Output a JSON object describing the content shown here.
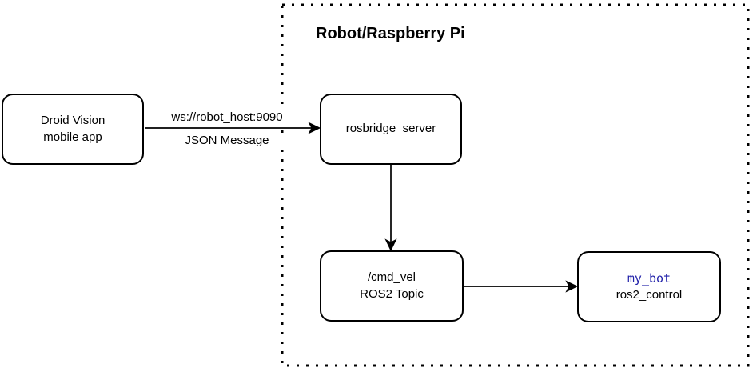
{
  "group": {
    "title": "Robot/Raspberry Pi"
  },
  "nodes": {
    "droid_vision": {
      "line1": "Droid Vision",
      "line2": "mobile app"
    },
    "rosbridge": {
      "label": "rosbridge_server"
    },
    "cmd_vel": {
      "line1": "/cmd_vel",
      "line2": "ROS2 Topic"
    },
    "my_bot": {
      "name": "my_bot",
      "sub": "ros2_control"
    }
  },
  "edges": {
    "app_to_rosbridge": {
      "label_top": "ws://robot_host:9090",
      "label_bottom": "JSON Message"
    }
  },
  "colors": {
    "stroke": "#000000",
    "node_border": "#000000",
    "node_name_highlight": "#2222aa",
    "background": "#ffffff"
  }
}
